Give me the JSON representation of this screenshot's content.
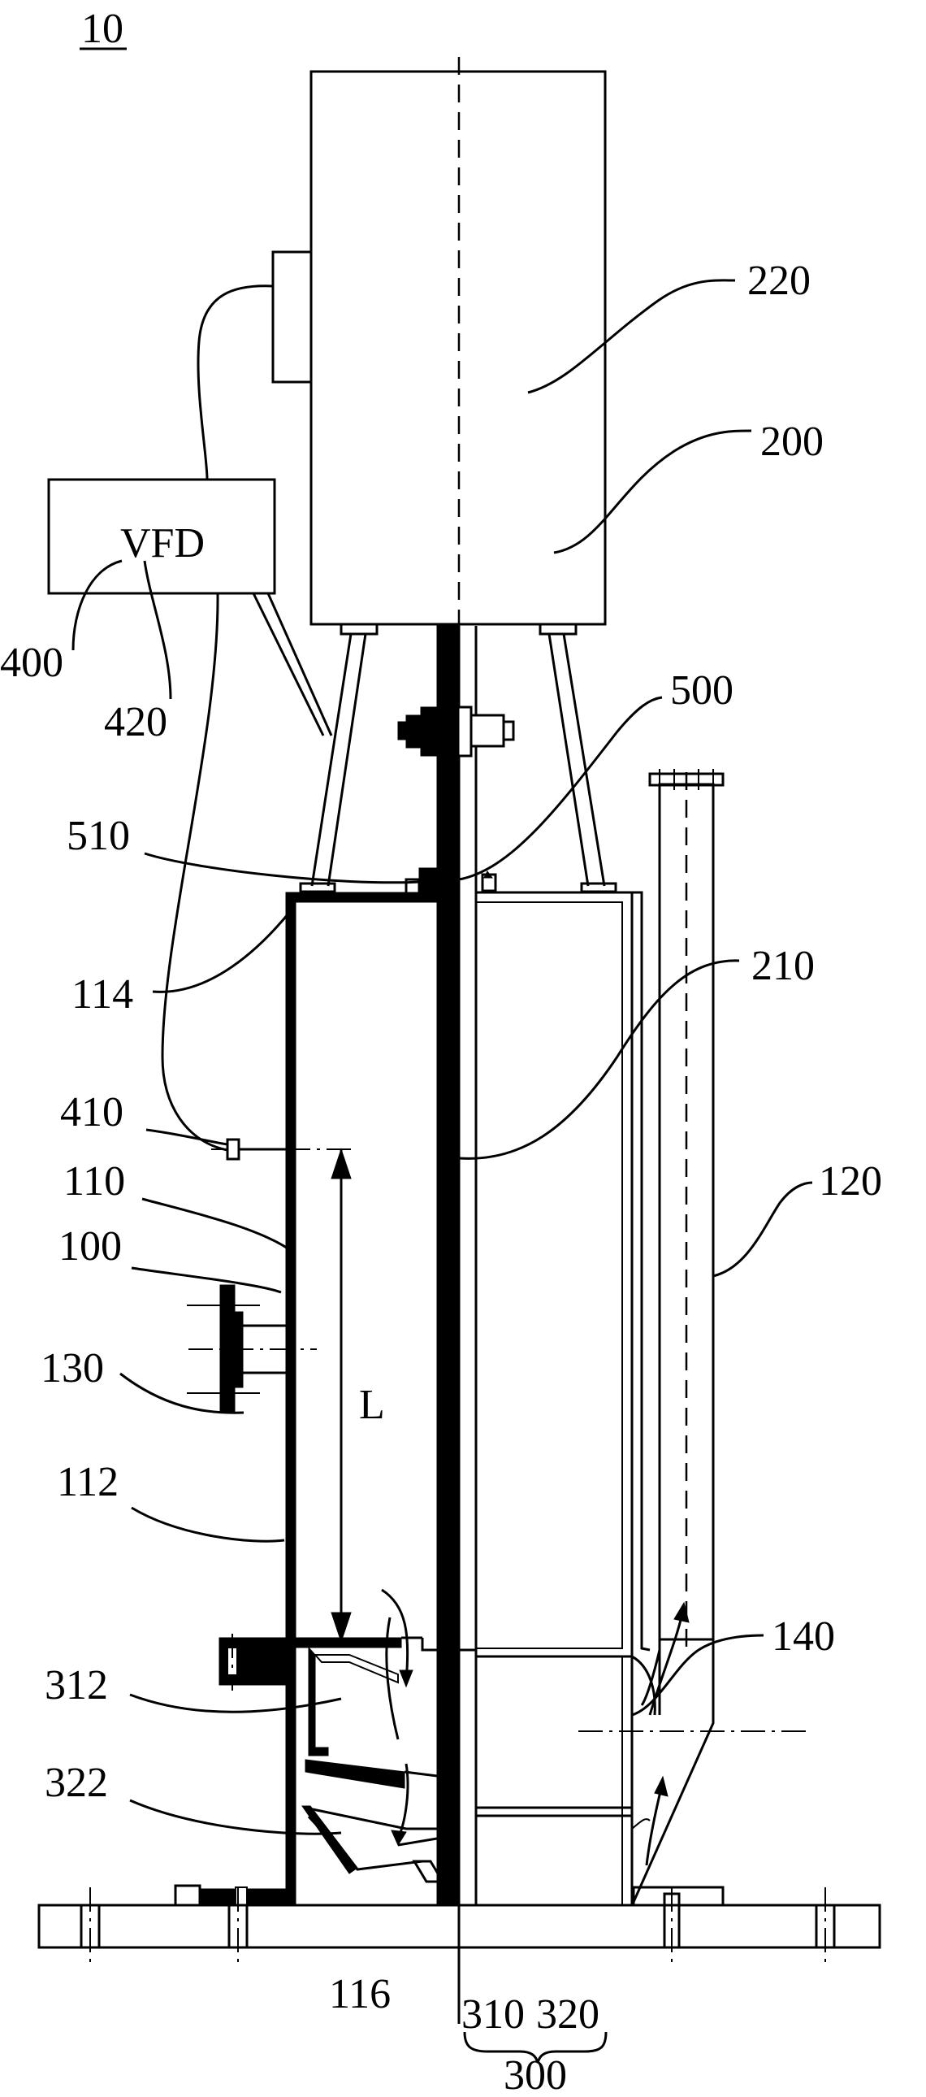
{
  "figure_number": "10",
  "vfd_label": "VFD",
  "dimension_label": "L",
  "reference_numerals": {
    "r220": "220",
    "r200": "200",
    "r400": "400",
    "r420": "420",
    "r500": "500",
    "r510": "510",
    "r114": "114",
    "r210": "210",
    "r410": "410",
    "r110": "110",
    "r120": "120",
    "r100": "100",
    "r130": "130",
    "r112": "112",
    "r140": "140",
    "r312": "312",
    "r322": "322",
    "r116": "116",
    "r310": "310",
    "r320": "320",
    "r300": "300"
  }
}
